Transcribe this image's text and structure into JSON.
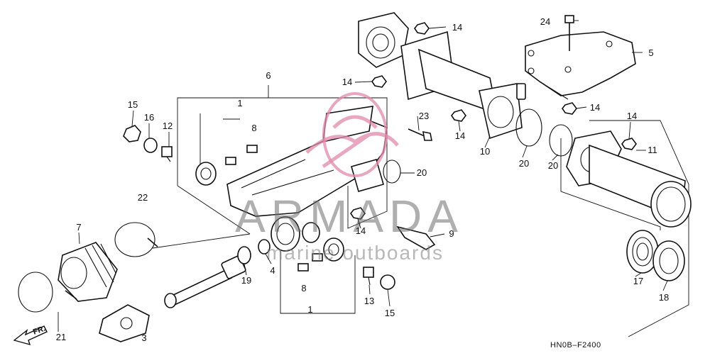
{
  "diagram": {
    "drawing_code": "HN0B–F2400",
    "front_marker": "FR.",
    "watermark": {
      "brand": "ARMADA",
      "tagline": "marine outboards",
      "logo_color": "#e08aa8"
    },
    "callouts": [
      {
        "id": "c1a",
        "label": "1"
      },
      {
        "id": "c1b",
        "label": "1"
      },
      {
        "id": "c3",
        "label": "3"
      },
      {
        "id": "c4",
        "label": "4"
      },
      {
        "id": "c5",
        "label": "5"
      },
      {
        "id": "c6",
        "label": "6"
      },
      {
        "id": "c7",
        "label": "7"
      },
      {
        "id": "c8a",
        "label": "8"
      },
      {
        "id": "c8b",
        "label": "8"
      },
      {
        "id": "c9",
        "label": "9"
      },
      {
        "id": "c10",
        "label": "10"
      },
      {
        "id": "c11",
        "label": "11"
      },
      {
        "id": "c12",
        "label": "12"
      },
      {
        "id": "c13",
        "label": "13"
      },
      {
        "id": "c14a",
        "label": "14"
      },
      {
        "id": "c14b",
        "label": "14"
      },
      {
        "id": "c14c",
        "label": "14"
      },
      {
        "id": "c14d",
        "label": "14"
      },
      {
        "id": "c14e",
        "label": "14"
      },
      {
        "id": "c14f",
        "label": "14"
      },
      {
        "id": "c15a",
        "label": "15"
      },
      {
        "id": "c15b",
        "label": "15"
      },
      {
        "id": "c16",
        "label": "16"
      },
      {
        "id": "c17",
        "label": "17"
      },
      {
        "id": "c18",
        "label": "18"
      },
      {
        "id": "c19",
        "label": "19"
      },
      {
        "id": "c20a",
        "label": "20"
      },
      {
        "id": "c20b",
        "label": "20"
      },
      {
        "id": "c20c",
        "label": "20"
      },
      {
        "id": "c21",
        "label": "21"
      },
      {
        "id": "c22",
        "label": "22"
      },
      {
        "id": "c23",
        "label": "23"
      },
      {
        "id": "c24",
        "label": "24"
      }
    ]
  }
}
